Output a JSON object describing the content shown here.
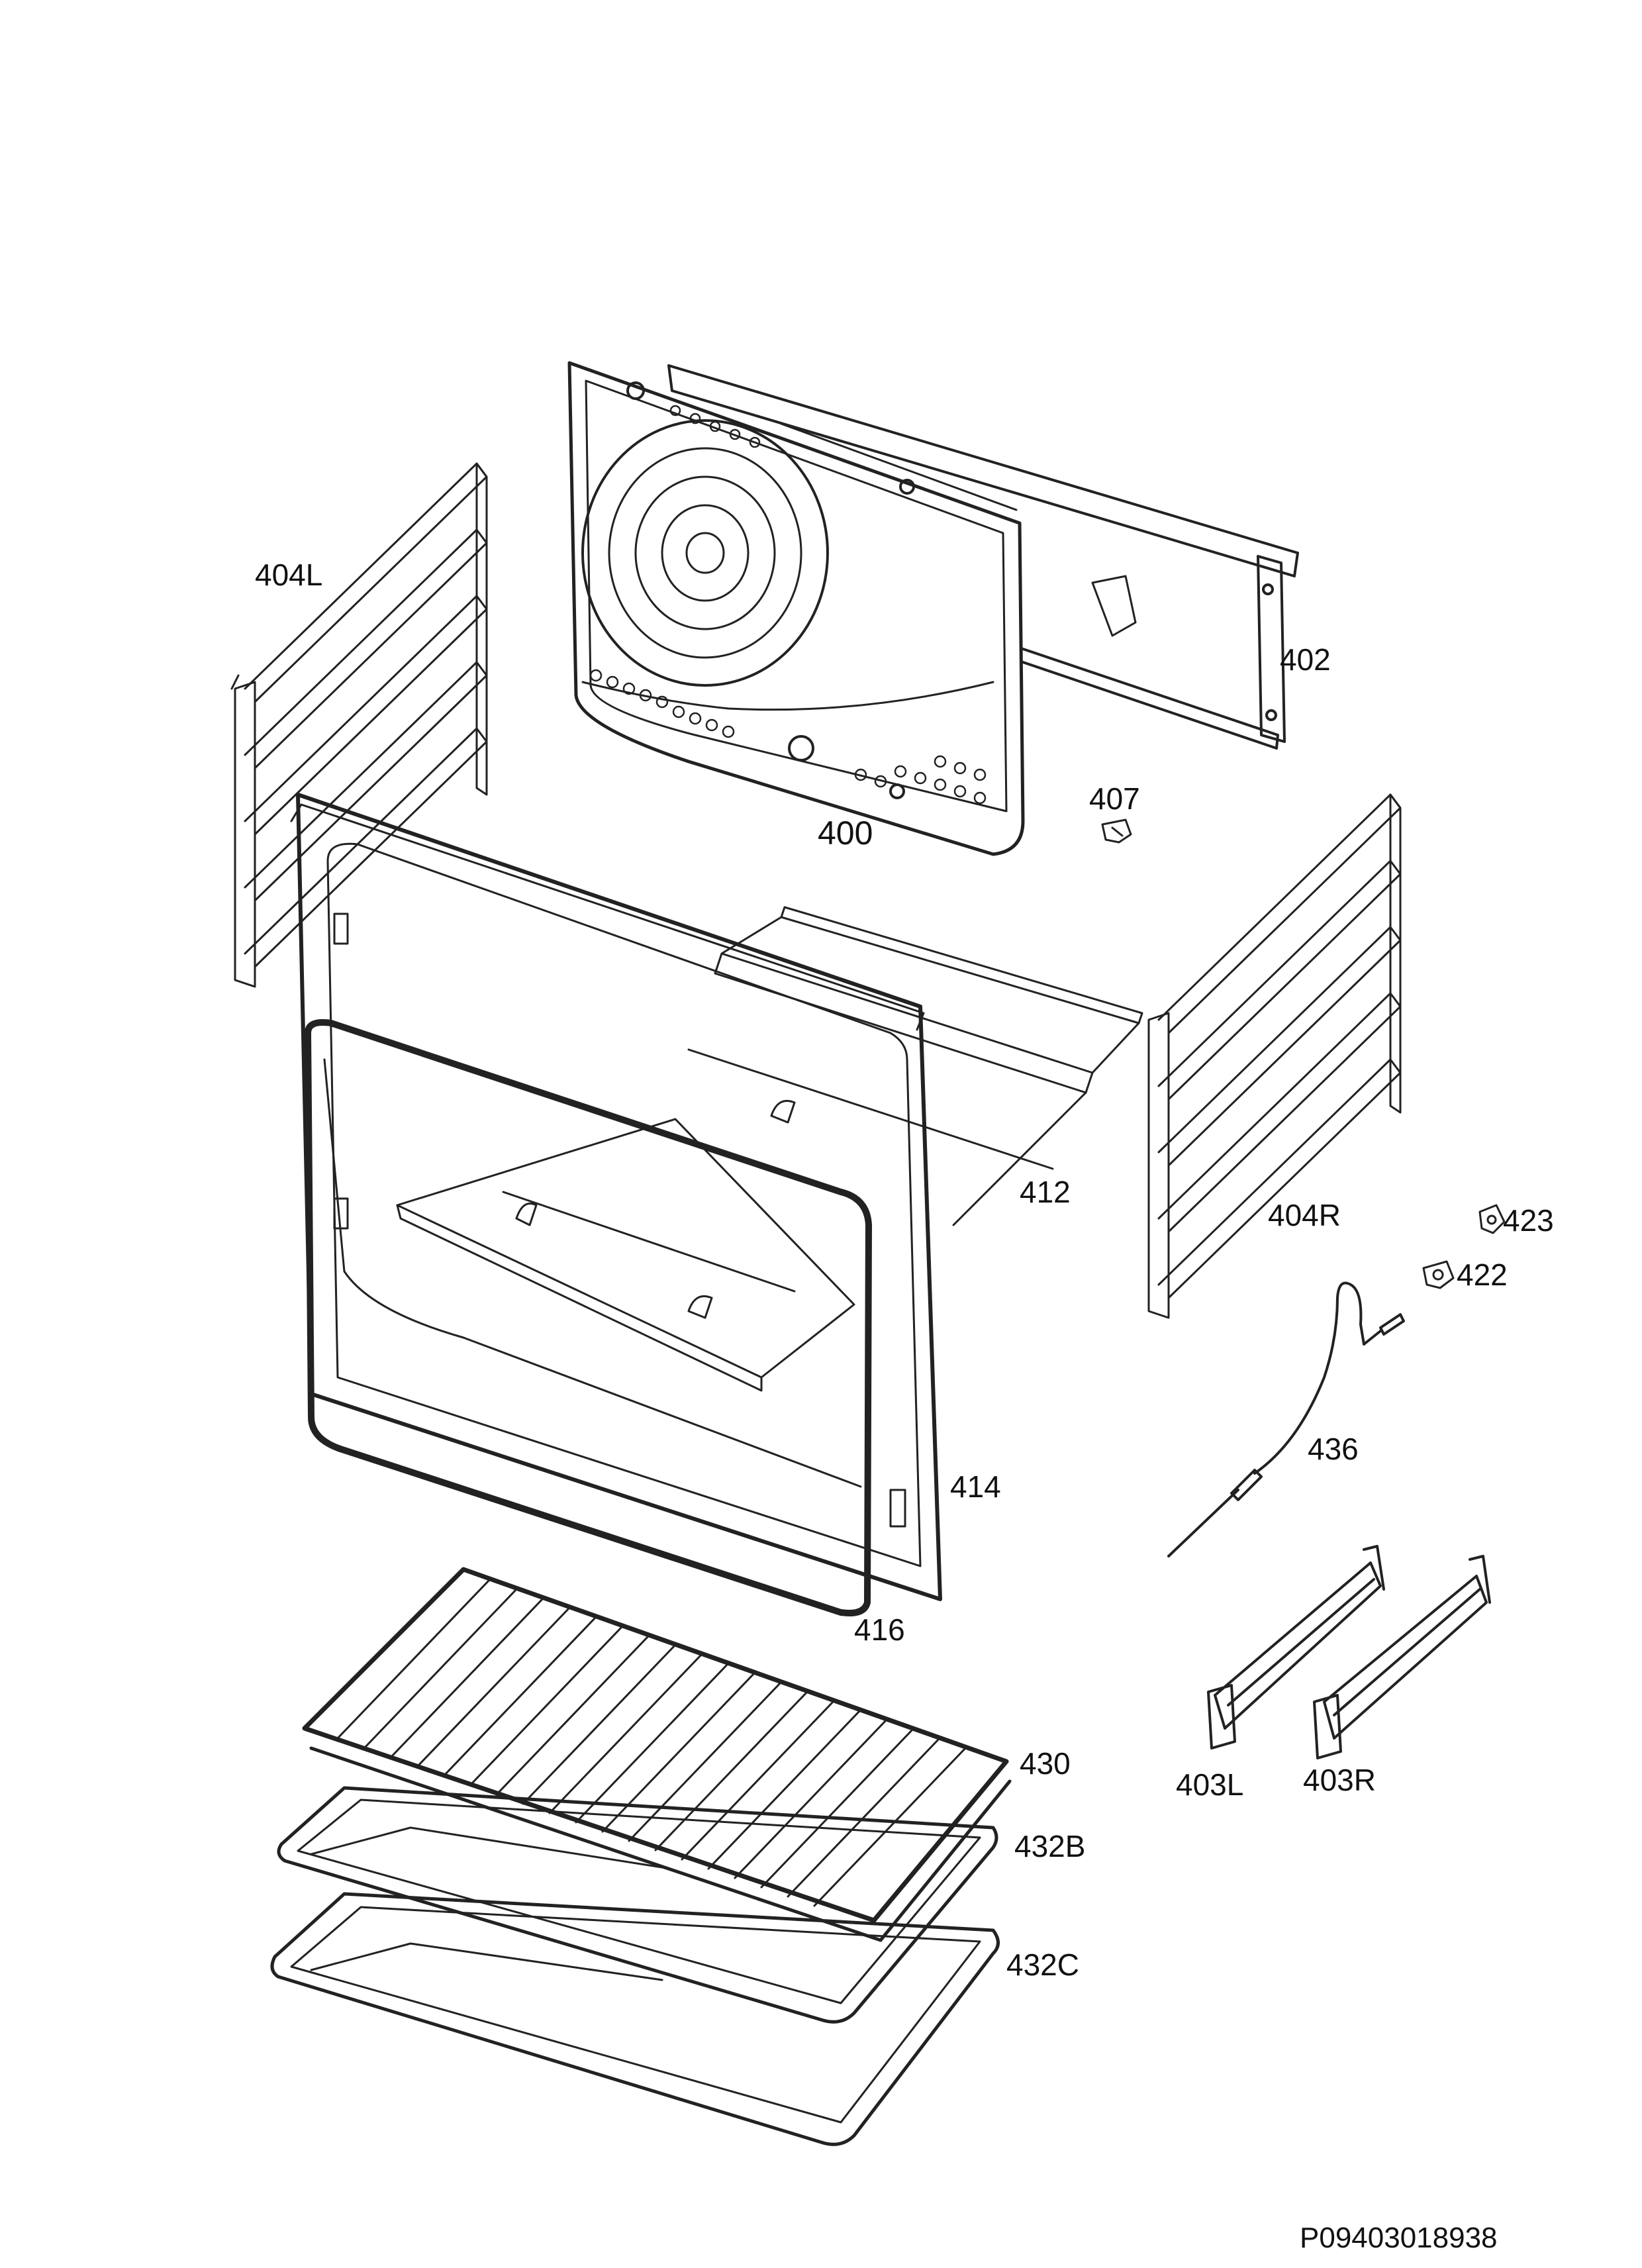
{
  "labels": {
    "p400": "400",
    "p402": "402",
    "p403L": "403L",
    "p403R": "403R",
    "p404L": "404L",
    "p404R": "404R",
    "p407": "407",
    "p412": "412",
    "p414": "414",
    "p416": "416",
    "p422": "422",
    "p423": "423",
    "p430": "430",
    "p432B": "432B",
    "p432C": "432C",
    "p436": "436"
  },
  "document_id": "P09403018938"
}
